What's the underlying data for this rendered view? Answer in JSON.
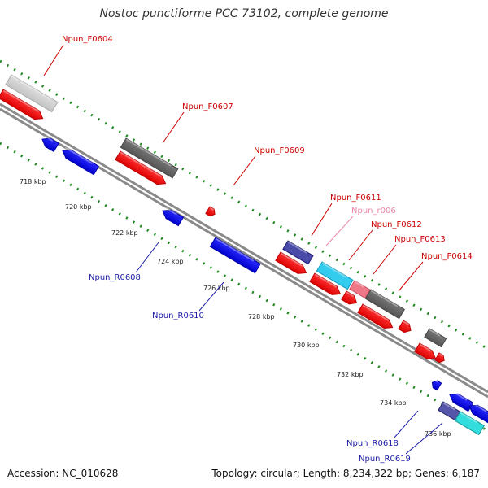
{
  "title": "Nostoc punctiforme PCC 73102, complete genome",
  "accession": "Accession: NC_010628",
  "summary": "Topology: circular; Length: 8,234,322 bp; Genes: 6,187",
  "colors": {
    "backbone": "#a0a0a0",
    "tick": "#1f8a1f",
    "forward_label": "#cc0000",
    "reverse_label": "#1a1aa6",
    "rna_label": "#ee88aa"
  },
  "ticks": [
    {
      "label": "718 kbp"
    },
    {
      "label": "720 kbp"
    },
    {
      "label": "722 kbp"
    },
    {
      "label": "724 kbp"
    },
    {
      "label": "726 kbp"
    },
    {
      "label": "728 kbp"
    },
    {
      "label": "730 kbp"
    },
    {
      "label": "732 kbp"
    },
    {
      "label": "734 kbp"
    },
    {
      "label": "736 kbp"
    }
  ],
  "gene_labels": [
    {
      "text": "Npun_F0604",
      "strand": "forward"
    },
    {
      "text": "Npun_F0607",
      "strand": "forward"
    },
    {
      "text": "Npun_F0609",
      "strand": "forward"
    },
    {
      "text": "Npun_F0611",
      "strand": "forward"
    },
    {
      "text": "Npun_r006",
      "strand": "rna"
    },
    {
      "text": "Npun_F0612",
      "strand": "forward"
    },
    {
      "text": "Npun_F0613",
      "strand": "forward"
    },
    {
      "text": "Npun_F0614",
      "strand": "forward"
    },
    {
      "text": "Npun_R0608",
      "strand": "reverse"
    },
    {
      "text": "Npun_R0610",
      "strand": "reverse"
    },
    {
      "text": "Npun_R0618",
      "strand": "reverse"
    },
    {
      "text": "Npun_R0619",
      "strand": "reverse"
    }
  ]
}
